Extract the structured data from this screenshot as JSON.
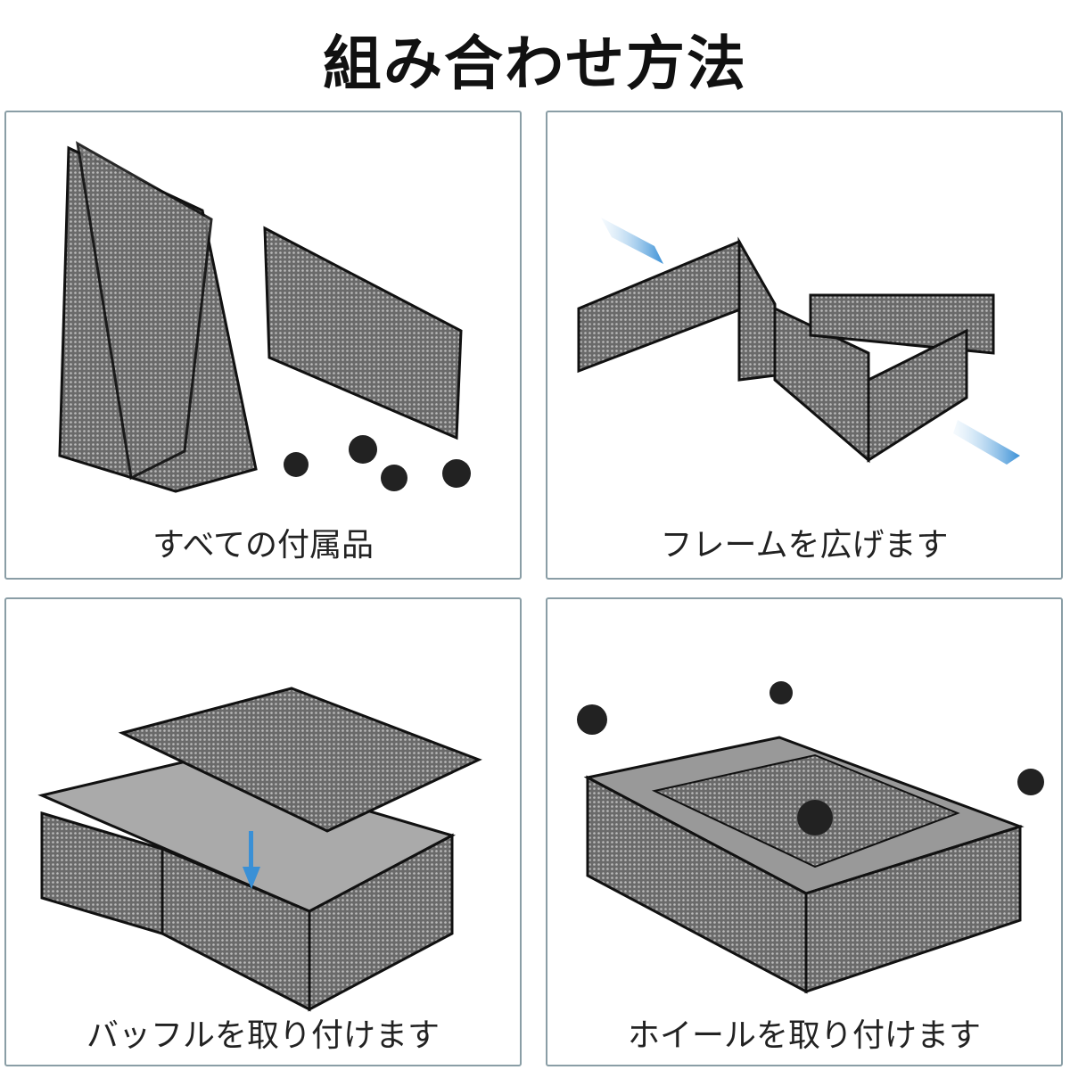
{
  "title": "組み合わせ方法",
  "steps": [
    {
      "caption": "すべての付属品"
    },
    {
      "caption": "フレームを広げます"
    },
    {
      "caption": "バッフルを取り付けます"
    },
    {
      "caption": "ホイールを取り付けます"
    }
  ],
  "colors": {
    "border": "#8a9ea6",
    "arrow": "#4a9ad8",
    "mesh": "#3a3a3a"
  }
}
